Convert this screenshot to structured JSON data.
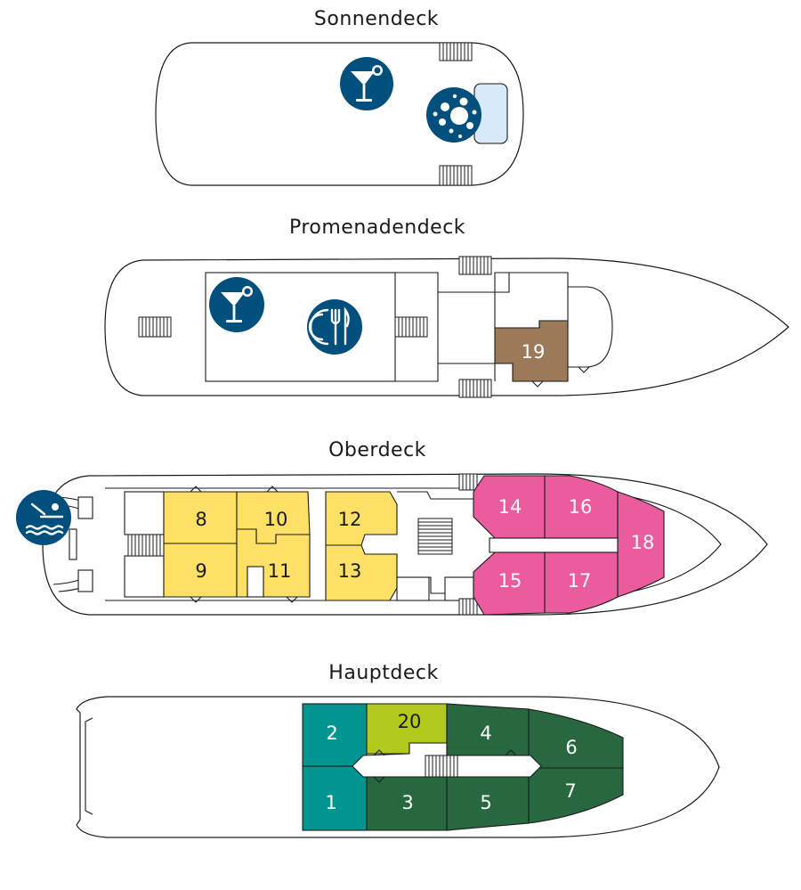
{
  "decks": {
    "sonnendeck": {
      "title": "Sonnendeck"
    },
    "promenadendeck": {
      "title": "Promenadendeck"
    },
    "oberdeck": {
      "title": "Oberdeck"
    },
    "hauptdeck": {
      "title": "Hauptdeck"
    }
  },
  "cabins": {
    "c1": "1",
    "c2": "2",
    "c3": "3",
    "c4": "4",
    "c5": "5",
    "c6": "6",
    "c7": "7",
    "c8": "8",
    "c9": "9",
    "c10": "10",
    "c11": "11",
    "c12": "12",
    "c13": "13",
    "c14": "14",
    "c15": "15",
    "c16": "16",
    "c17": "17",
    "c18": "18",
    "c19": "19",
    "c20": "20"
  },
  "icons": {
    "bar": "cocktail-glass-icon",
    "whirlpool": "whirlpool-icon",
    "restaurant": "plate-cutlery-icon",
    "pool": "swimming-pool-icon"
  },
  "colors": {
    "icon_blue": "#004f7c",
    "cabin_yellow": "#fde065",
    "cabin_pink": "#ea5c9d",
    "cabin_brown": "#9c7a59",
    "cabin_teal": "#00968f",
    "cabin_dark_green": "#276841",
    "cabin_lime": "#b0c91a",
    "pool_light_blue": "#d6ebf7"
  }
}
